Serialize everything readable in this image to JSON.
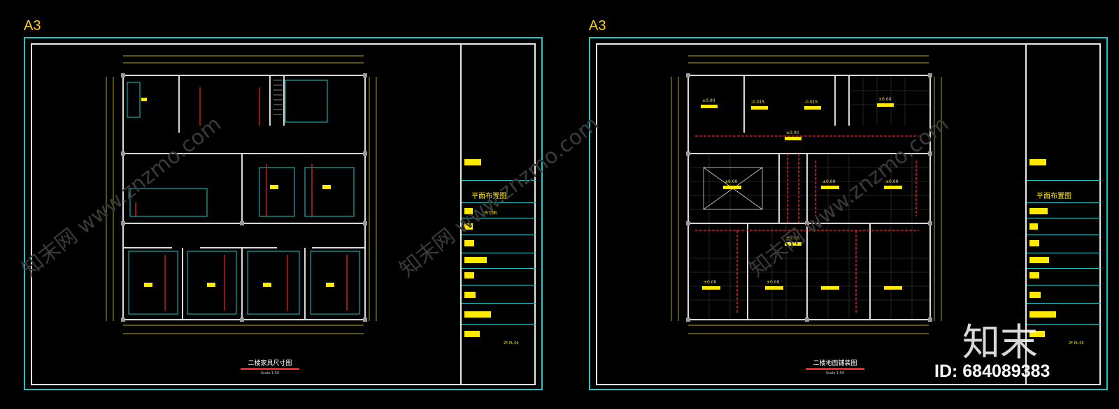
{
  "sheets": [
    {
      "paper_size": "A3",
      "title_block": {
        "drawing_name": "平面布置图",
        "subtitle": "尺寸图",
        "code": "2F-PL-04"
      },
      "caption": {
        "title": "二楼家具尺寸图",
        "scale": "Scale 1:50"
      }
    },
    {
      "paper_size": "A3",
      "title_block": {
        "drawing_name": "平面布置图",
        "subtitle": "",
        "code": "2F-PL-05"
      },
      "caption": {
        "title": "二楼地面铺装图",
        "scale": "Scale 1:50"
      },
      "floor_levels": [
        "±0.00",
        "-0.015",
        "-0.015",
        "±0.00",
        "±0.00",
        "±0.00",
        "±0.00",
        "±0.00",
        "±0.00",
        "±0.00",
        "±0.00"
      ]
    }
  ],
  "watermark": {
    "logo_text": "知末",
    "id_text": "ID: 684089383",
    "diagonal_text": "知末网 www.znzmo.com"
  },
  "colors": {
    "frame_outer": "#19c9c9",
    "frame_inner": "#e8e8e8",
    "annotation": "#ffea00",
    "wall": "#d9d9d9",
    "accent_red": "#ff1e1e",
    "background": "#000000"
  }
}
